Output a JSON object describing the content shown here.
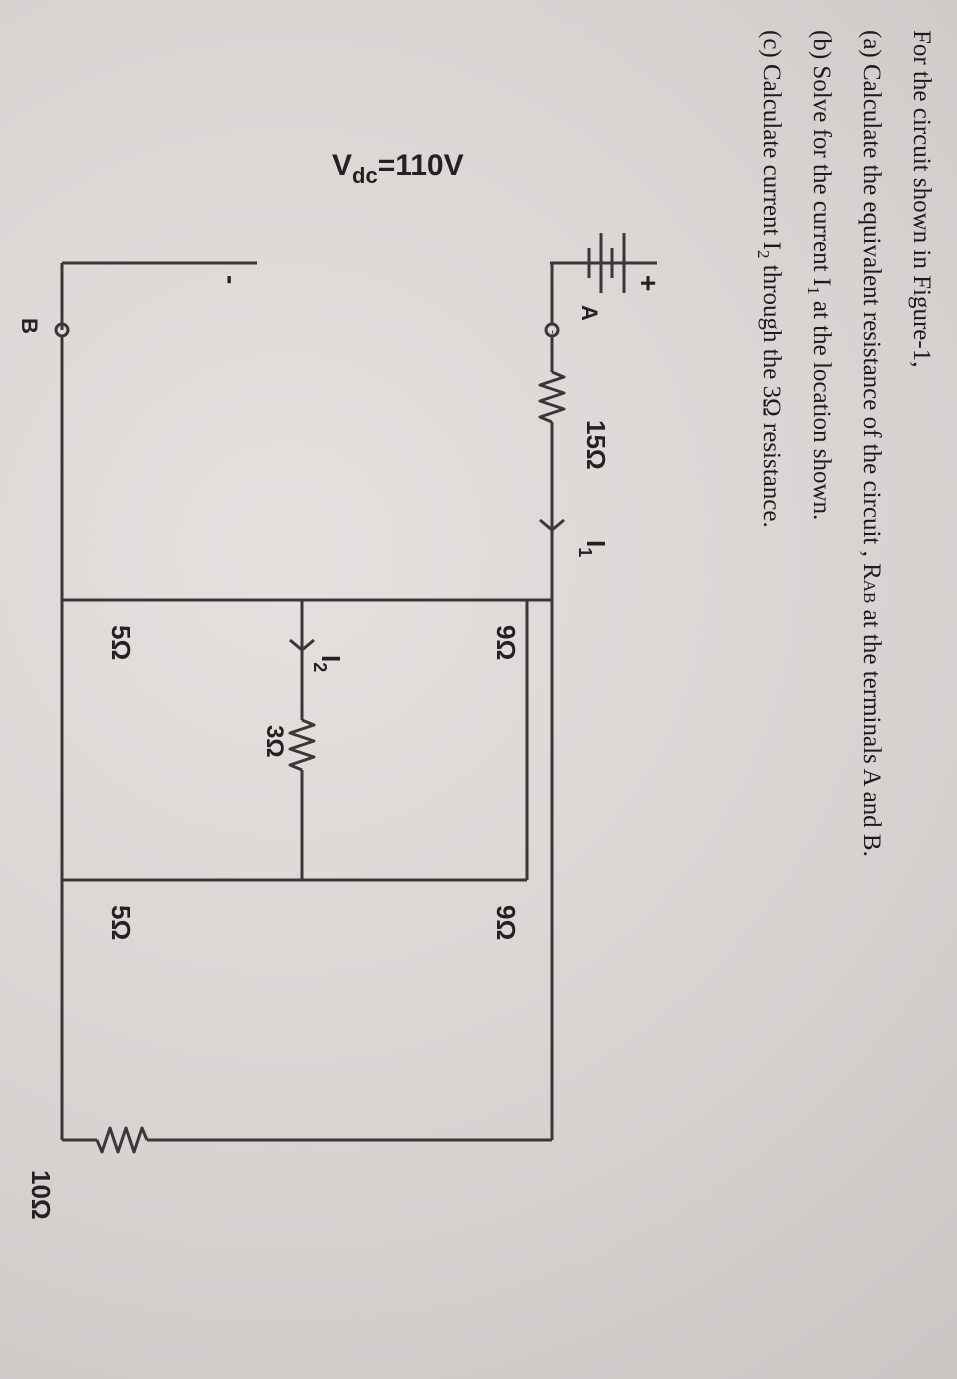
{
  "question": {
    "intro": "For the circuit shown in Figure-1,",
    "part_a_prefix": "(a) Calculate the equivalent resistance of the circuit , R",
    "part_a_sub": "AB",
    "part_a_suffix": " at the terminals A and B.",
    "part_b_prefix": "(b) Solve for the current I",
    "part_b_sub": "1",
    "part_b_suffix": " at the location shown.",
    "part_c_prefix": "(c) Calculate current I",
    "part_c_sub": "2",
    "part_c_suffix": " through the 3Ω resistance."
  },
  "circuit": {
    "source_label": "V",
    "source_sub": "dc",
    "source_value": "=110V",
    "plus_sign": "+",
    "minus_sign": "-",
    "terminal_a": "A",
    "terminal_b": "B",
    "r15": "15Ω",
    "i1": "I",
    "i1_sub": "1",
    "r9_left": "9Ω",
    "r5_left": "5Ω",
    "i2": "I",
    "i2_sub": "2",
    "r3": "3Ω",
    "r9_right": "9Ω",
    "r5_right": "5Ω",
    "r10": "10Ω"
  },
  "colors": {
    "ink": "#242220",
    "wire": "#3a3836",
    "background": "#d9d6d4"
  }
}
